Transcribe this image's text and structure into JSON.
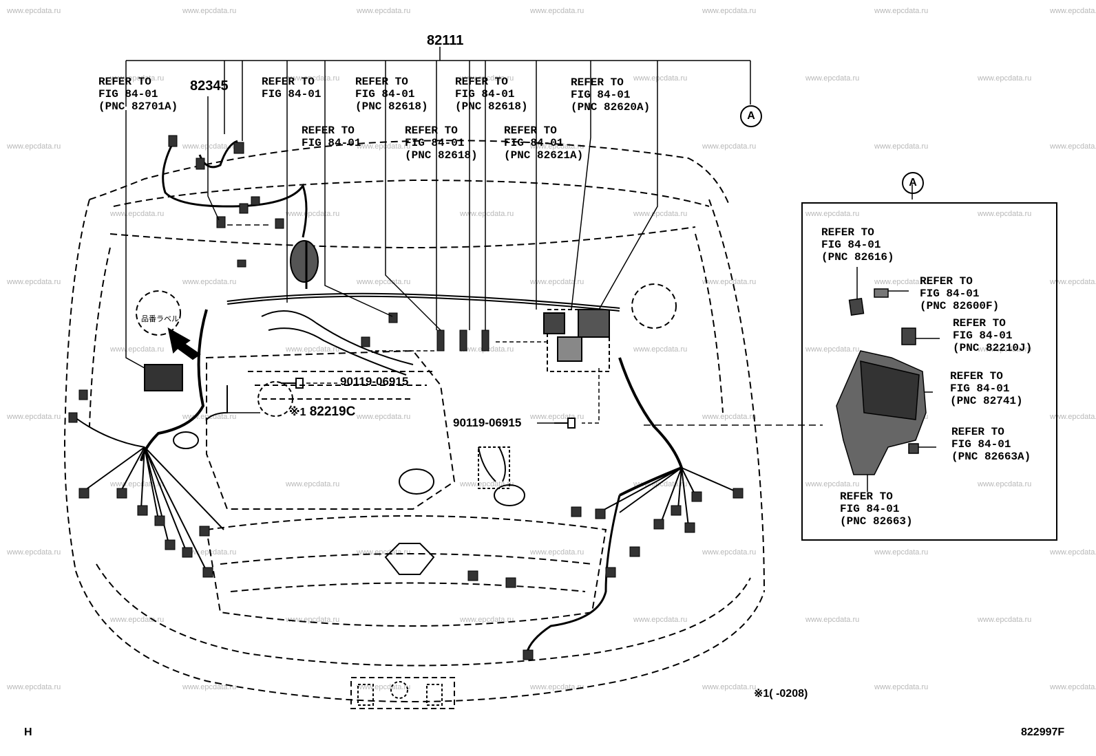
{
  "watermark": "www.epcdata.ru",
  "main_part": "82111",
  "part_82345": "82345",
  "part_82219c": "82219C",
  "part_82219c_mark": "※1",
  "bolt_1": "90119-06915",
  "bolt_2": "90119-06915",
  "callout_letter": "A",
  "japanese_label": "品番ラベル",
  "footnote": "※1(      -0208)",
  "corner_left": "H",
  "figure_id": "822997F",
  "refs": {
    "r1": "REFER TO\nFIG 84-01\n(PNC 82701A)",
    "r2": "REFER TO\nFIG 84-01",
    "r3": "REFER TO\nFIG 84-01",
    "r4": "REFER TO\nFIG 84-01\n(PNC 82618)",
    "r5": "REFER TO\nFIG 84-01\n(PNC 82618)",
    "r6": "REFER TO\nFIG 84-01\n(PNC 82618)",
    "r7": "REFER TO\nFIG 84-01\n(PNC 82621A)",
    "r8": "REFER TO\nFIG 84-01\n(PNC 82620A)"
  },
  "inset_refs": {
    "i1": "REFER TO\nFIG 84-01\n(PNC 82616)",
    "i2": "REFER TO\nFIG 84-01\n(PNC 82600F)",
    "i3": "REFER TO\nFIG 84-01\n(PNC 82210J)",
    "i4": "REFER TO\nFIG 84-01\n(PNC 82741)",
    "i5": "REFER TO\nFIG 84-01\n(PNC 82663A)",
    "i6": "REFER TO\nFIG 84-01\n(PNC 82663)"
  }
}
